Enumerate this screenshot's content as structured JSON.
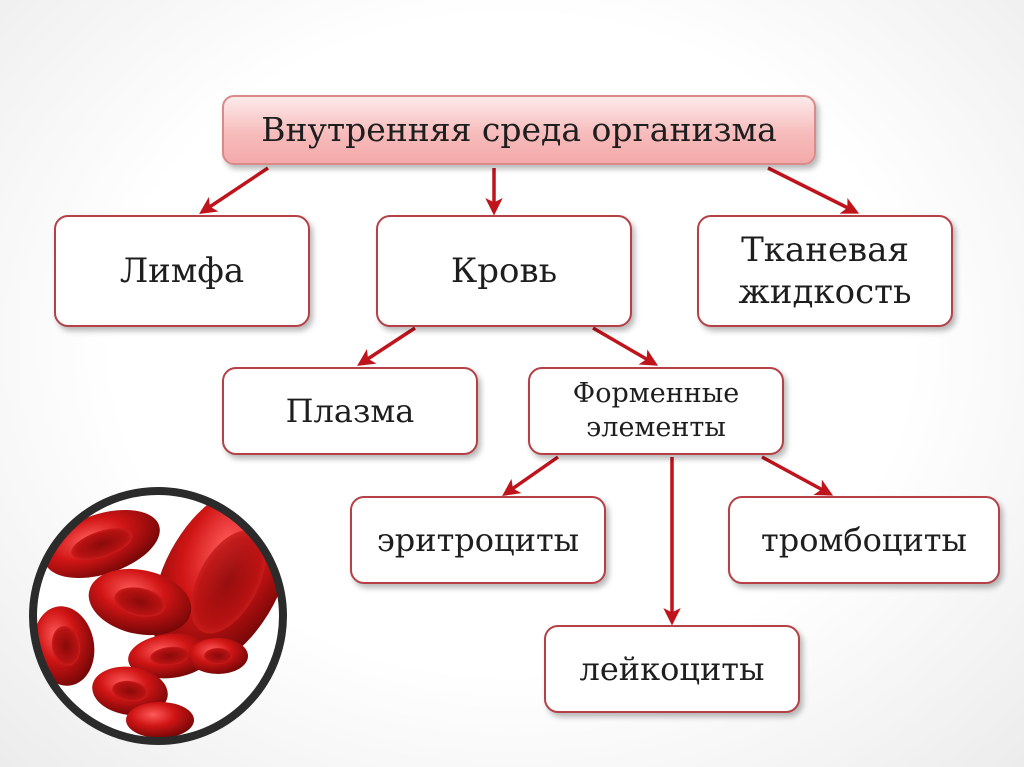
{
  "diagram": {
    "root": {
      "label": "Внутренняя среда организма"
    },
    "level1": {
      "lymph": "Лимфа",
      "blood": "Кровь",
      "tissue_fluid": "Тканевая жидкость"
    },
    "blood_parts": {
      "plasma": "Плазма",
      "formed_elements": "Форменные элементы"
    },
    "formed_parts": {
      "erythrocytes": "эритроциты",
      "platelets": "тромбоциты",
      "leukocytes": "лейкоциты"
    },
    "colors": {
      "arrow": "#c0141c",
      "border": "#b54046",
      "root_fill": "#f7bcbc"
    }
  },
  "illustration": {
    "icon": "red-blood-cells-image"
  }
}
